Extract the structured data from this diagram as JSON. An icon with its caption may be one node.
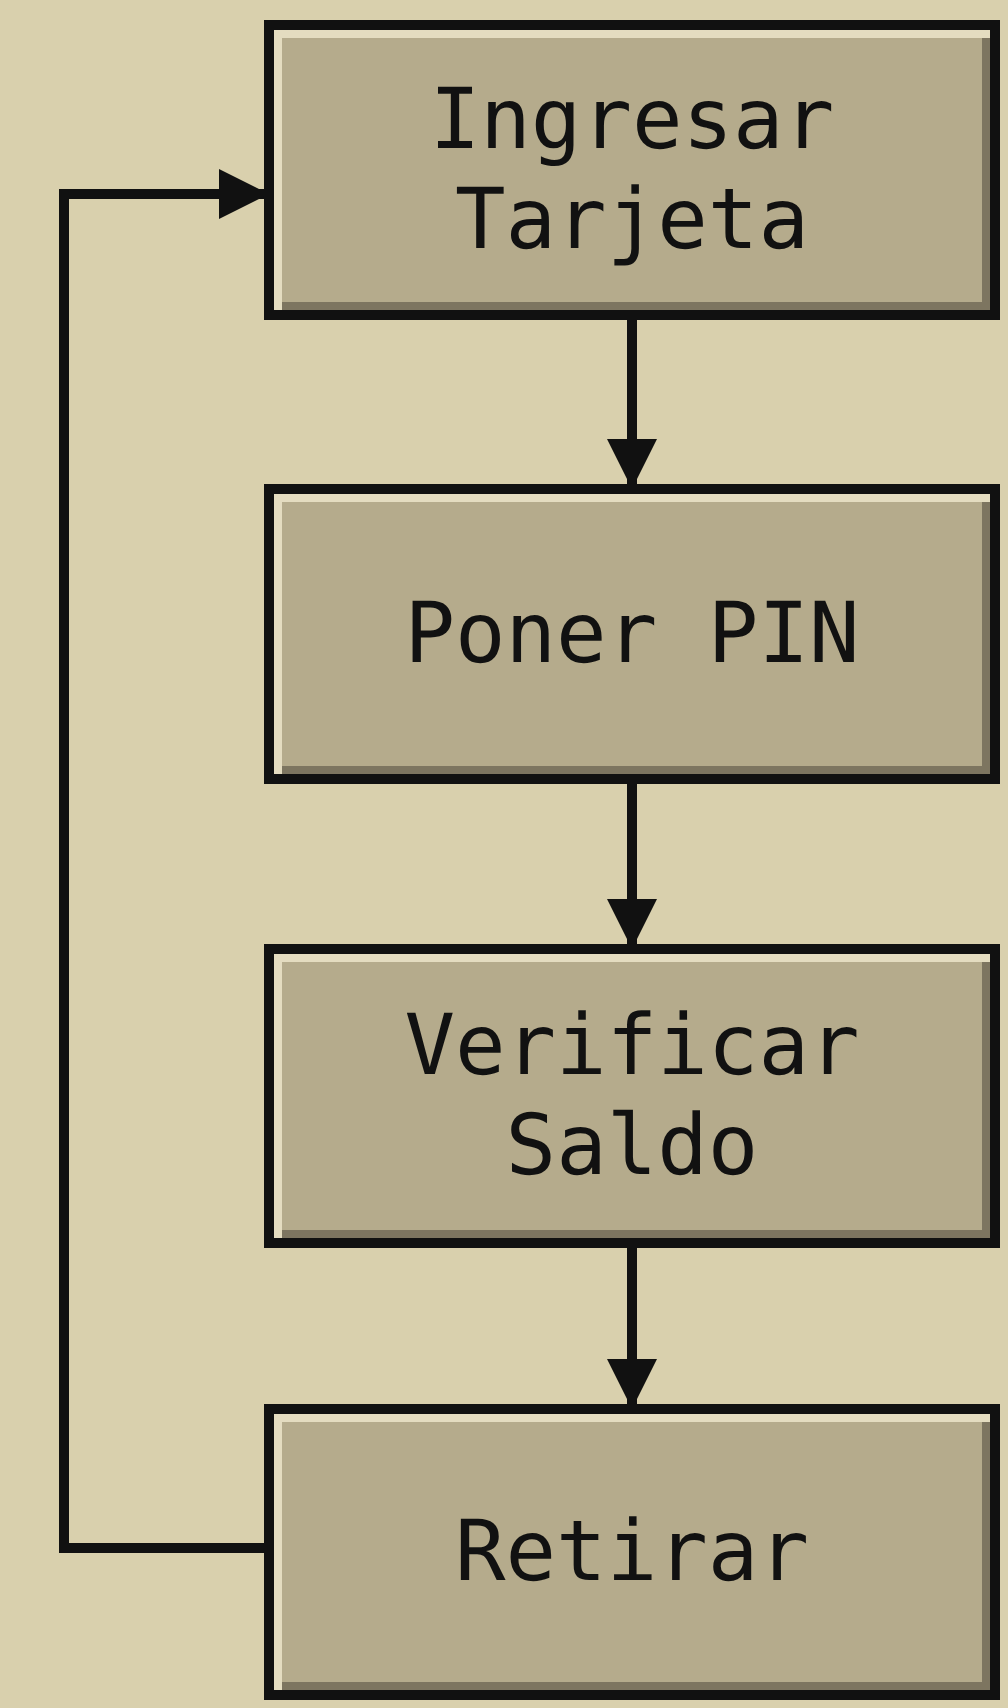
{
  "diagram": {
    "nodes": [
      {
        "text": [
          "Ingresar Tarjeta"
        ]
      },
      {
        "text": [
          "Poner PIN"
        ]
      },
      {
        "text": [
          "Verificar Saldo"
        ]
      },
      {
        "text": [
          "Retirar"
        ]
      }
    ],
    "edges": [
      {
        "from": 0,
        "to": 1,
        "arrow": "to"
      },
      {
        "from": 1,
        "to": 2,
        "arrow": "to"
      },
      {
        "from": 2,
        "to": 3,
        "arrow": "to"
      },
      {
        "from": 3,
        "to": 0,
        "arrow": "to"
      }
    ]
  }
}
